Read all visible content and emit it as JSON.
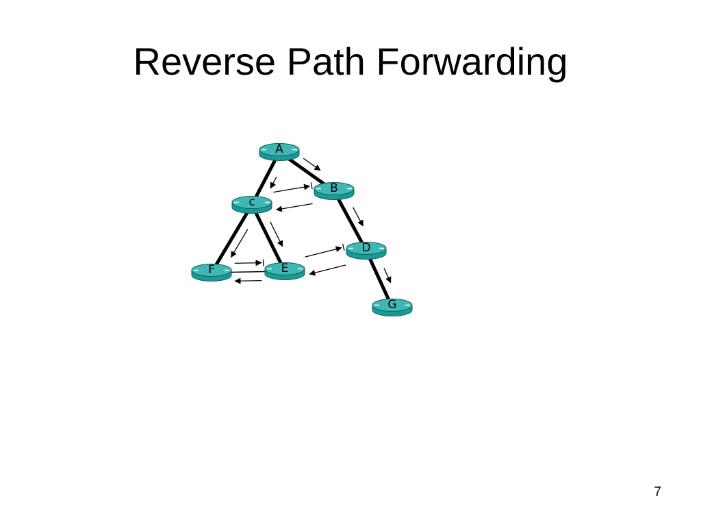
{
  "slide": {
    "title": "Reverse Path Forwarding",
    "page_number": "7"
  },
  "colors": {
    "router_fill": "#1a9a96",
    "router_top": "#3fb8b3",
    "router_edge": "#0d5f5c",
    "link": "#000000",
    "arrow": "#000000"
  },
  "routers": [
    {
      "id": "A",
      "label": "A"
    },
    {
      "id": "B",
      "label": "B"
    },
    {
      "id": "C",
      "label": "c"
    },
    {
      "id": "D",
      "label": "D"
    },
    {
      "id": "E",
      "label": "E"
    },
    {
      "id": "F",
      "label": "F"
    },
    {
      "id": "G",
      "label": "G"
    }
  ],
  "links": [
    {
      "from": "A",
      "to": "B",
      "style": "thick"
    },
    {
      "from": "A",
      "to": "C",
      "style": "thick"
    },
    {
      "from": "B",
      "to": "D",
      "style": "thick"
    },
    {
      "from": "C",
      "to": "F",
      "style": "thick"
    },
    {
      "from": "C",
      "to": "E",
      "style": "thick"
    },
    {
      "from": "D",
      "to": "G",
      "style": "thick"
    },
    {
      "from": "F",
      "to": "E",
      "style": "thin"
    }
  ],
  "packet_arrows": [
    {
      "from": "A",
      "to": "C",
      "kind": "forward"
    },
    {
      "from": "A",
      "to": "B",
      "kind": "forward"
    },
    {
      "from": "B",
      "to": "D",
      "kind": "forward"
    },
    {
      "from": "C",
      "to": "F",
      "kind": "forward"
    },
    {
      "from": "C",
      "to": "E",
      "kind": "forward"
    },
    {
      "from": "D",
      "to": "G",
      "kind": "forward"
    },
    {
      "from": "B",
      "to": "C",
      "kind": "forward"
    },
    {
      "from": "C",
      "to": "B",
      "kind": "dropped"
    },
    {
      "from": "D",
      "to": "E",
      "kind": "forward"
    },
    {
      "from": "E",
      "to": "D",
      "kind": "dropped"
    },
    {
      "from": "F",
      "to": "E",
      "kind": "dropped"
    },
    {
      "from": "E",
      "to": "F",
      "kind": "forward"
    }
  ]
}
